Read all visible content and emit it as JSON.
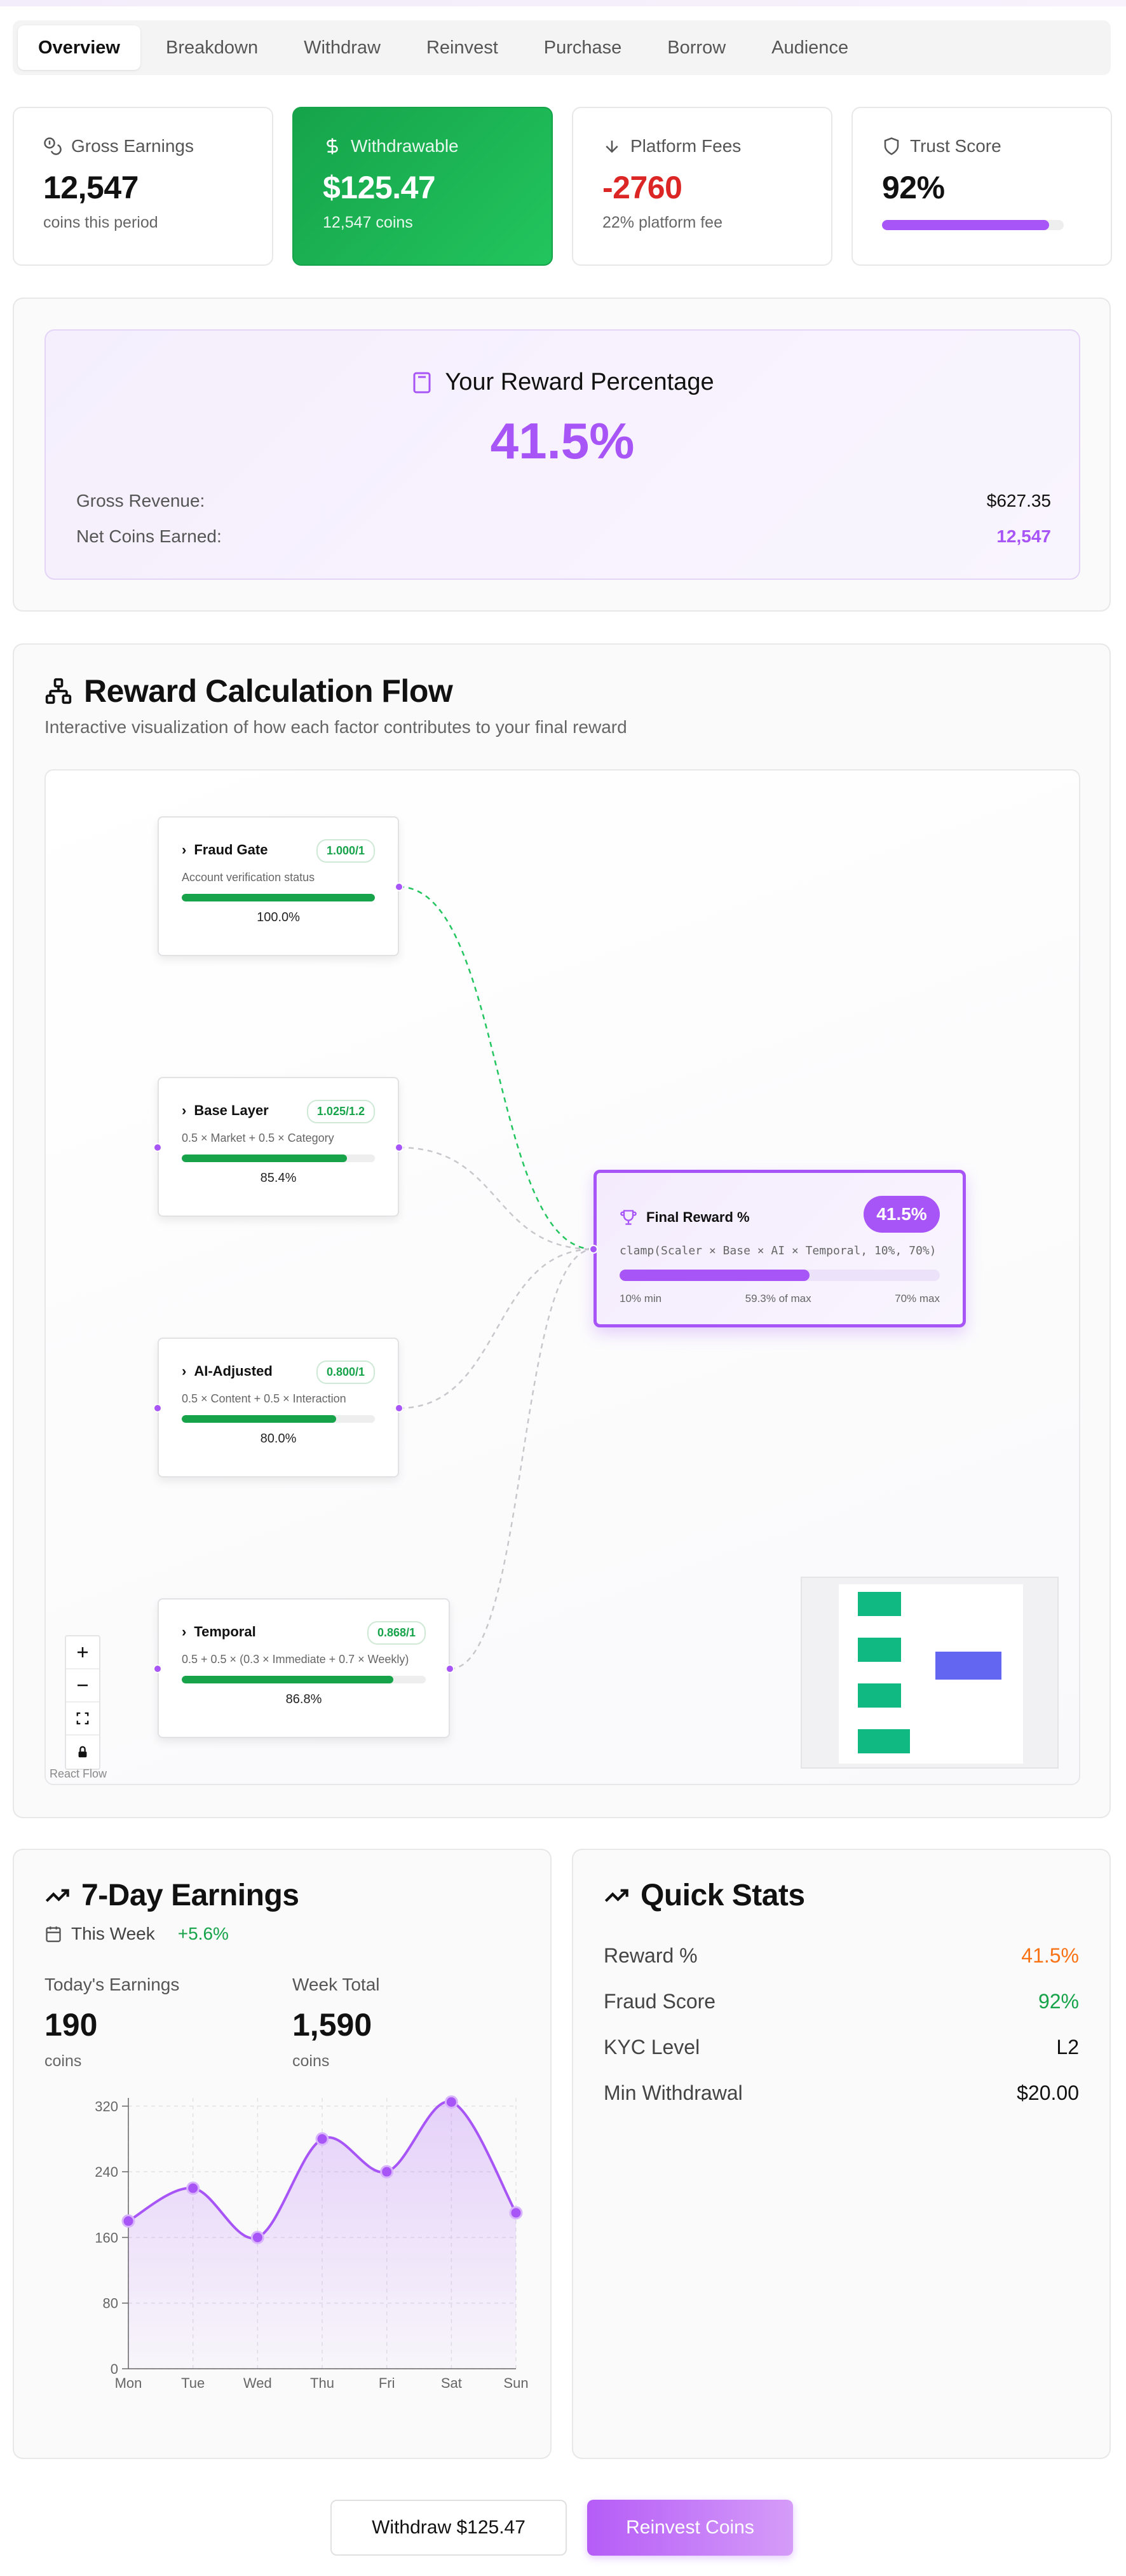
{
  "tabs": [
    "Overview",
    "Breakdown",
    "Withdraw",
    "Reinvest",
    "Purchase",
    "Borrow",
    "Audience"
  ],
  "stats": {
    "gross": {
      "label": "Gross Earnings",
      "value": "12,547",
      "sub": "coins this period"
    },
    "withdrawable": {
      "label": "Withdrawable",
      "value": "$125.47",
      "sub": "12,547 coins"
    },
    "fees": {
      "label": "Platform Fees",
      "value": "-2760",
      "sub": "22% platform fee"
    },
    "trust": {
      "label": "Trust Score",
      "value": "92%",
      "level": 0.92
    }
  },
  "reward_pct": {
    "title": "Your Reward Percentage",
    "value": "41.5%",
    "gross_label": "Gross Revenue:",
    "gross_value": "$627.35",
    "net_label": "Net Coins Earned:",
    "net_value": "12,547"
  },
  "flow": {
    "title": "Reward Calculation Flow",
    "subtitle": "Interactive visualization of how each factor contributes to your final reward",
    "nodes": [
      {
        "title": "Fraud Gate",
        "badge": "1.000/1",
        "desc": "Account verification status",
        "pct": "100.0%",
        "level": 1.0
      },
      {
        "title": "Base Layer",
        "badge": "1.025/1.2",
        "desc": "0.5 × Market + 0.5 × Category",
        "pct": "85.4%",
        "level": 0.854
      },
      {
        "title": "AI-Adjusted",
        "badge": "0.800/1",
        "desc": "0.5 × Content + 0.5 × Interaction",
        "pct": "80.0%",
        "level": 0.8
      },
      {
        "title": "Temporal",
        "badge": "0.868/1",
        "desc": "0.5 + 0.5 × (0.3 × Immediate + 0.7 × Weekly)",
        "pct": "86.8%",
        "level": 0.868
      }
    ],
    "final": {
      "title": "Final Reward %",
      "badge": "41.5%",
      "formula": "clamp(Scaler × Base × AI × Temporal, 10%, 70%)",
      "min_label": "10% min",
      "mid_label": "59.3% of max",
      "max_label": "70% max",
      "level": 0.593
    },
    "attribution": "React Flow"
  },
  "earnings": {
    "title": "7-Day Earnings",
    "period": "This Week",
    "change": "+5.6%",
    "today_label": "Today's Earnings",
    "today_value": "190",
    "today_unit": "coins",
    "week_label": "Week Total",
    "week_value": "1,590",
    "week_unit": "coins"
  },
  "chart_data": {
    "type": "area",
    "x": [
      "Mon",
      "Tue",
      "Wed",
      "Thu",
      "Fri",
      "Sat",
      "Sun"
    ],
    "series": [
      {
        "values": [
          180,
          220,
          160,
          280,
          240,
          325,
          190
        ]
      }
    ],
    "yticks": [
      0,
      80,
      160,
      240,
      320
    ],
    "ylim": [
      0,
      330
    ],
    "grid": true,
    "color": "#a855f7"
  },
  "quick_stats": {
    "title": "Quick Stats",
    "rows": [
      {
        "label": "Reward %",
        "value": "41.5%",
        "color": "#f97316"
      },
      {
        "label": "Fraud Score",
        "value": "92%",
        "color": "#16a34a"
      },
      {
        "label": "KYC Level",
        "value": "L2",
        "color": "#111111"
      },
      {
        "label": "Min Withdrawal",
        "value": "$20.00",
        "color": "#111111"
      }
    ]
  },
  "actions": {
    "withdraw": "Withdraw $125.47",
    "reinvest": "Reinvest Coins"
  },
  "colors": {
    "accent": "#a855f7",
    "success": "#16a34a",
    "danger": "#dc2626",
    "warning": "#f97316"
  }
}
